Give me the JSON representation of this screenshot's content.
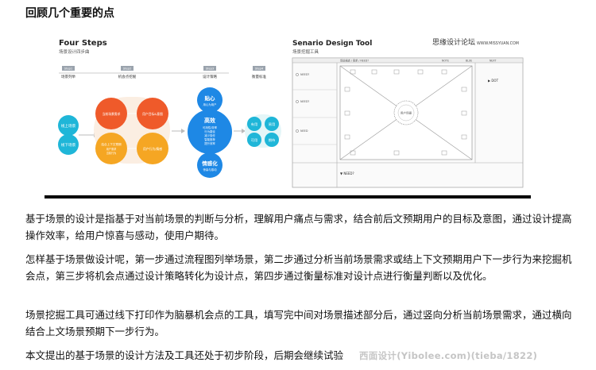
{
  "article": {
    "heading": "回顾几个重要的点",
    "paragraphs": [
      "基于场景的设计是指基于对当前场景的判断与分析，理解用户痛点与需求，结合前后文预期用户的目标及意图，通过设计提高操作效率，给用户惊喜与感动，使用户期待。",
      "怎样基于场景做设计呢，第一步通过流程图列举场景，第二步通过分析当前场景需求或结上下文预期用户下一步行为来挖掘机会点，第三步将机会点通过设计策略转化为设计点，第四步通过衡量标准对设计点进行衡量判断以及优化。",
      "场景挖掘工具可通过线下打印作为脑暴机会点的工具，填写完中间对场景描述部分后，通过竖向分析当前场景需求，通过横向结合上文场景预期下一步行为。",
      "本文提出的基于场景的设计方法及工具还处于初步阶段，后期会继续试验"
    ],
    "watermark": "西面设计(Yibolee.com)(tieba/1822)"
  },
  "figure": {
    "left": {
      "title": "Four Steps",
      "subtitle": "场景设计四步曲",
      "steps": [
        {
          "tag": "Step1",
          "label": "场景列举"
        },
        {
          "tag": "Step2",
          "label": "机会点挖掘"
        },
        {
          "tag": "Step3",
          "label": "设计策略"
        },
        {
          "tag": "Step4",
          "label": "衡量标准"
        }
      ],
      "scene_nodes": [
        "线上场景",
        "线下场景"
      ],
      "opportunity_nodes": [
        "当前场景需求",
        "用户目标&意图",
        "结合上下文预期",
        "用户行为/情感",
        "用户需求",
        "当前行为"
      ],
      "strategy_nodes": {
        "top": "贴心",
        "top_sub": "用心为用户",
        "center": "高效",
        "center_lines": [
          "可用性/效率",
          "行为路径",
          "减少操作",
          "智能推荐",
          "提升效率"
        ],
        "bottom": "情感化",
        "bottom_sub": "惊喜与感动"
      },
      "measure_nodes": [
        "有用",
        "易用",
        "可用",
        "期待"
      ]
    },
    "right": {
      "title": "Senario Design Tool",
      "subtitle": "场景挖掘工具",
      "brand": "思缘设计论坛",
      "brand_url": "WWW.MISSYUAN.COM",
      "header_labels": [
        "场景描述 / 需求 / NEED?",
        "NOTE",
        "BLUE",
        "NEXT"
      ],
      "left_labels": [
        "NEED?",
        "NEED?",
        "NEED"
      ],
      "center_text": "用户场景",
      "dot_label": "▶ DOT",
      "bottom_label": "▼ NEED?"
    }
  }
}
